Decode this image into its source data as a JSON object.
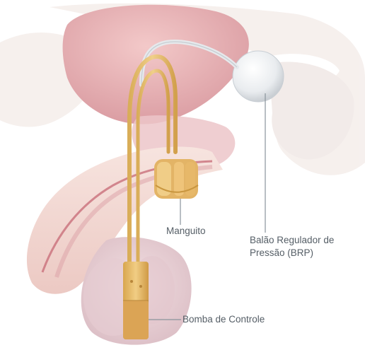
{
  "labels": {
    "cuff": "Manguito",
    "reservoir_line1": "Balão Regulador de",
    "reservoir_line2": "Pressão (BRP)",
    "pump": "Bomba de Controle"
  },
  "colors": {
    "background": "#ffffff",
    "tissue": "#f1d9d5",
    "bladder": "#e8b3b5",
    "device": "#e7c27a",
    "reservoir": "#eef0f2",
    "leader_line": "#8a949c",
    "label_text": "#555e66"
  }
}
